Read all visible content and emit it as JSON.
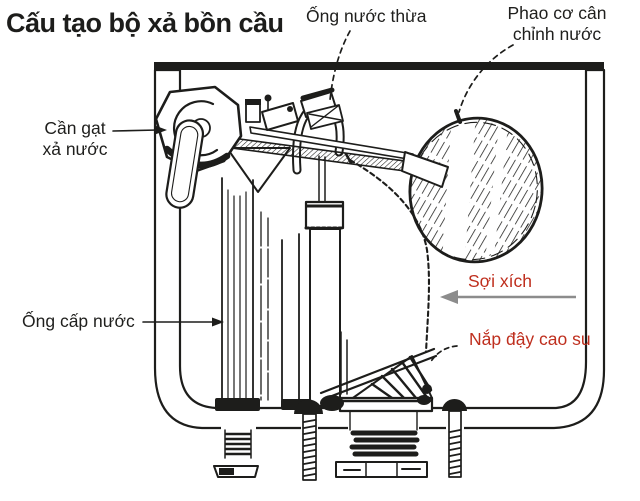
{
  "title": "Cấu tạo bộ xả bồn cầu",
  "labels": {
    "overflow_pipe": "Ống nước thừa",
    "float_valve_line1": "Phao cơ cân",
    "float_valve_line2": "chỉnh nước",
    "flush_lever_line1": "Cần gạt",
    "flush_lever_line2": "xả nước",
    "supply_pipe": "Ống cấp nước",
    "chain": "Sợi xích",
    "rubber_flapper": "Nắp đậy cao su"
  },
  "colors": {
    "paper": "#ffffff",
    "ink": "#1d1d1b",
    "label_black": "#1f1f1d",
    "label_red": "#bf2f1e",
    "arrow_gray": "#8c8c8c",
    "hatch": "#3b3b38"
  }
}
